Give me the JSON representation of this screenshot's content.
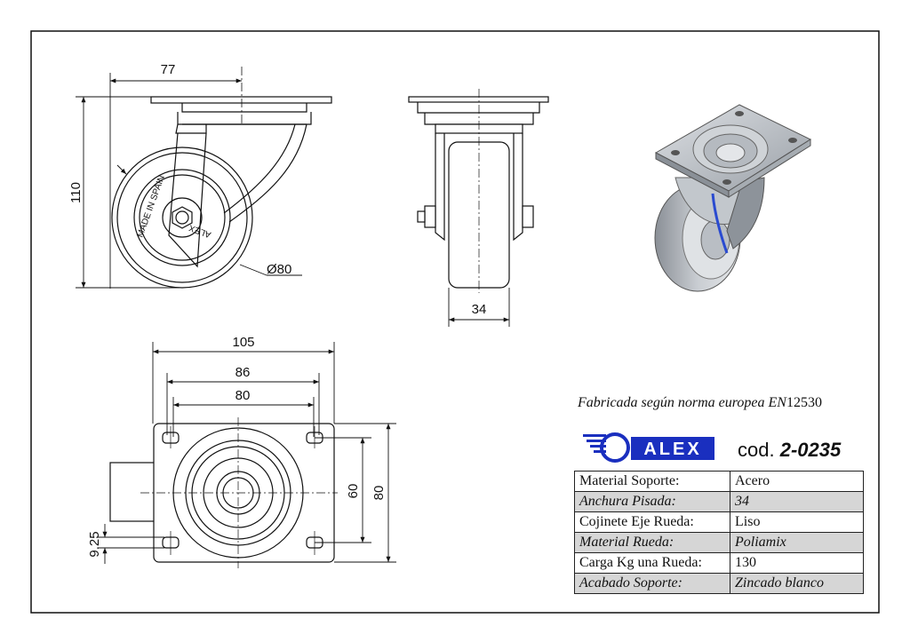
{
  "dimensions": {
    "front_width": "77",
    "front_height": "110",
    "wheel_diameter": "Ø80",
    "side_tread": "34",
    "plate_width": "105",
    "plate_hole_outer": "86",
    "plate_hole_inner": "80",
    "plate_height_inner": "60",
    "plate_height_outer": "80",
    "hole_offset": "9.25"
  },
  "wheel_embossing": {
    "made_in": "MADE IN SPAIN",
    "brand": "ALEX"
  },
  "norm_text": "Fabricada según norma europea EN",
  "norm_number": "12530",
  "brand": {
    "name": "ALEX",
    "color": "#1a2fbf"
  },
  "code_label": "cod.",
  "code_value": "2-0235",
  "specs": [
    {
      "label": "Material Soporte:",
      "value": "Acero"
    },
    {
      "label": "Anchura Pisada:",
      "value": "34"
    },
    {
      "label": "Cojinete Eje Rueda:",
      "value": "Liso"
    },
    {
      "label": "Material Rueda:",
      "value": "Poliamix"
    },
    {
      "label": "Carga Kg una Rueda:",
      "value": "130"
    },
    {
      "label": "Acabado Soporte:",
      "value": "Zincado blanco"
    }
  ]
}
